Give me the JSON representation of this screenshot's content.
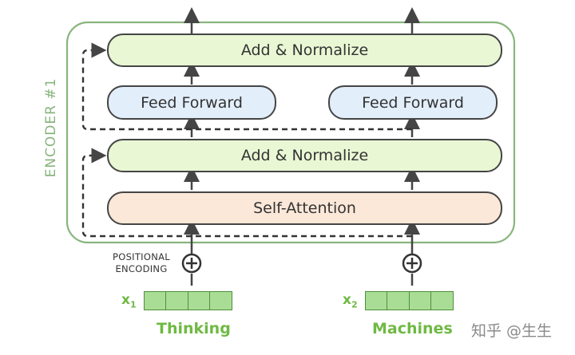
{
  "encoder": {
    "title": "ENCODER #1",
    "add_normalize_top": "Add & Normalize",
    "feed_forward_left": "Feed Forward",
    "feed_forward_right": "Feed Forward",
    "add_normalize_bottom": "Add & Normalize",
    "self_attention": "Self-Attention"
  },
  "positional_encoding": {
    "line1": "POSITIONAL",
    "line2": "ENCODING"
  },
  "inputs": [
    {
      "symbol": "x",
      "subscript": "1",
      "word": "Thinking",
      "cells": 4
    },
    {
      "symbol": "x",
      "subscript": "2",
      "word": "Machines",
      "cells": 4
    }
  ],
  "watermark": "知乎 @生生",
  "colors": {
    "encoder_border": "#88b57d",
    "add_normalize_fill": "#e9f7d4",
    "feed_forward_fill": "#e3eefb",
    "self_attention_fill": "#fbe8d8",
    "embedding_fill": "#a9dd95",
    "word_color": "#6fb943"
  }
}
